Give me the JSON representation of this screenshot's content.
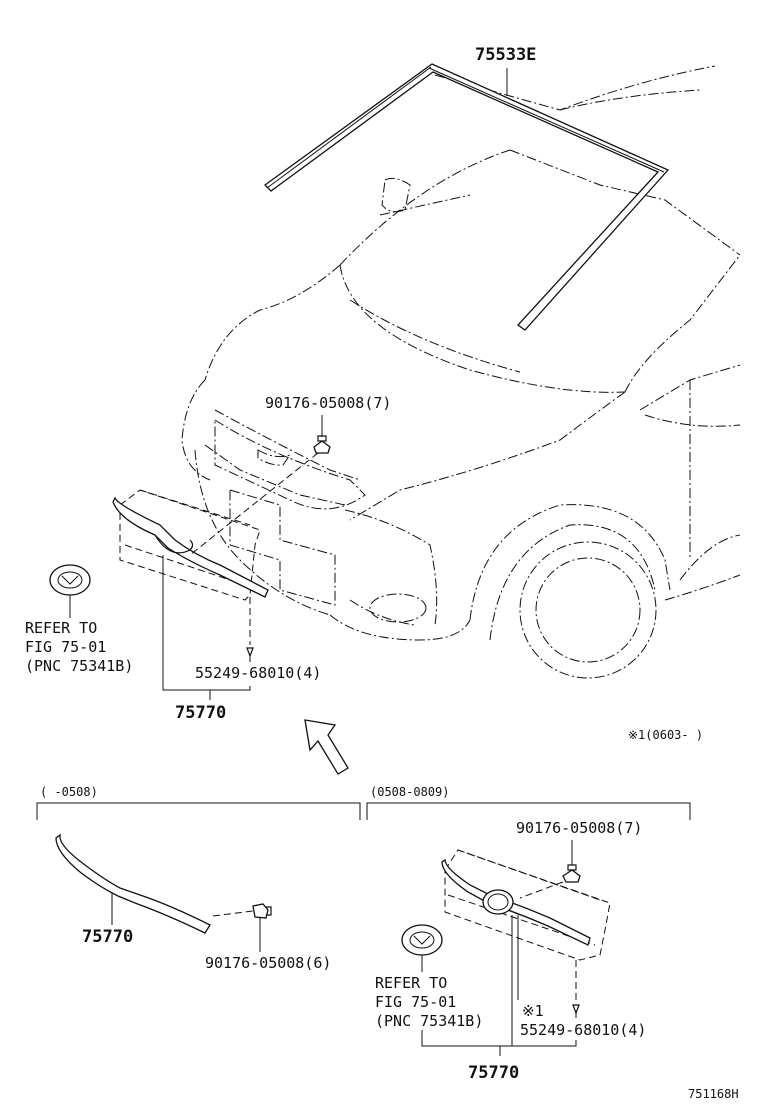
{
  "labels": {
    "windshield_molding": "75533E",
    "clip_top": "90176-05008(7)",
    "refer_l1": "REFER TO",
    "refer_l2": "FIG 75-01",
    "refer_l3": "(PNC 75341B)",
    "screw_main": "55249-68010(4)",
    "grille_main": "75770",
    "note_range": "※1(0603-    )",
    "range_left": "(    -0508)",
    "range_right": "(0508-0809)",
    "grille_left": "75770",
    "clip_left": "90176-05008(6)",
    "clip_right": "90176-05008(7)",
    "refer_r1": "REFER TO",
    "refer_r2": "FIG 75-01",
    "refer_r3": "(PNC 75341B)",
    "note_mark": "※1",
    "screw_right": "55249-68010(4)",
    "grille_right": "75770",
    "figure_code": "751168H"
  }
}
